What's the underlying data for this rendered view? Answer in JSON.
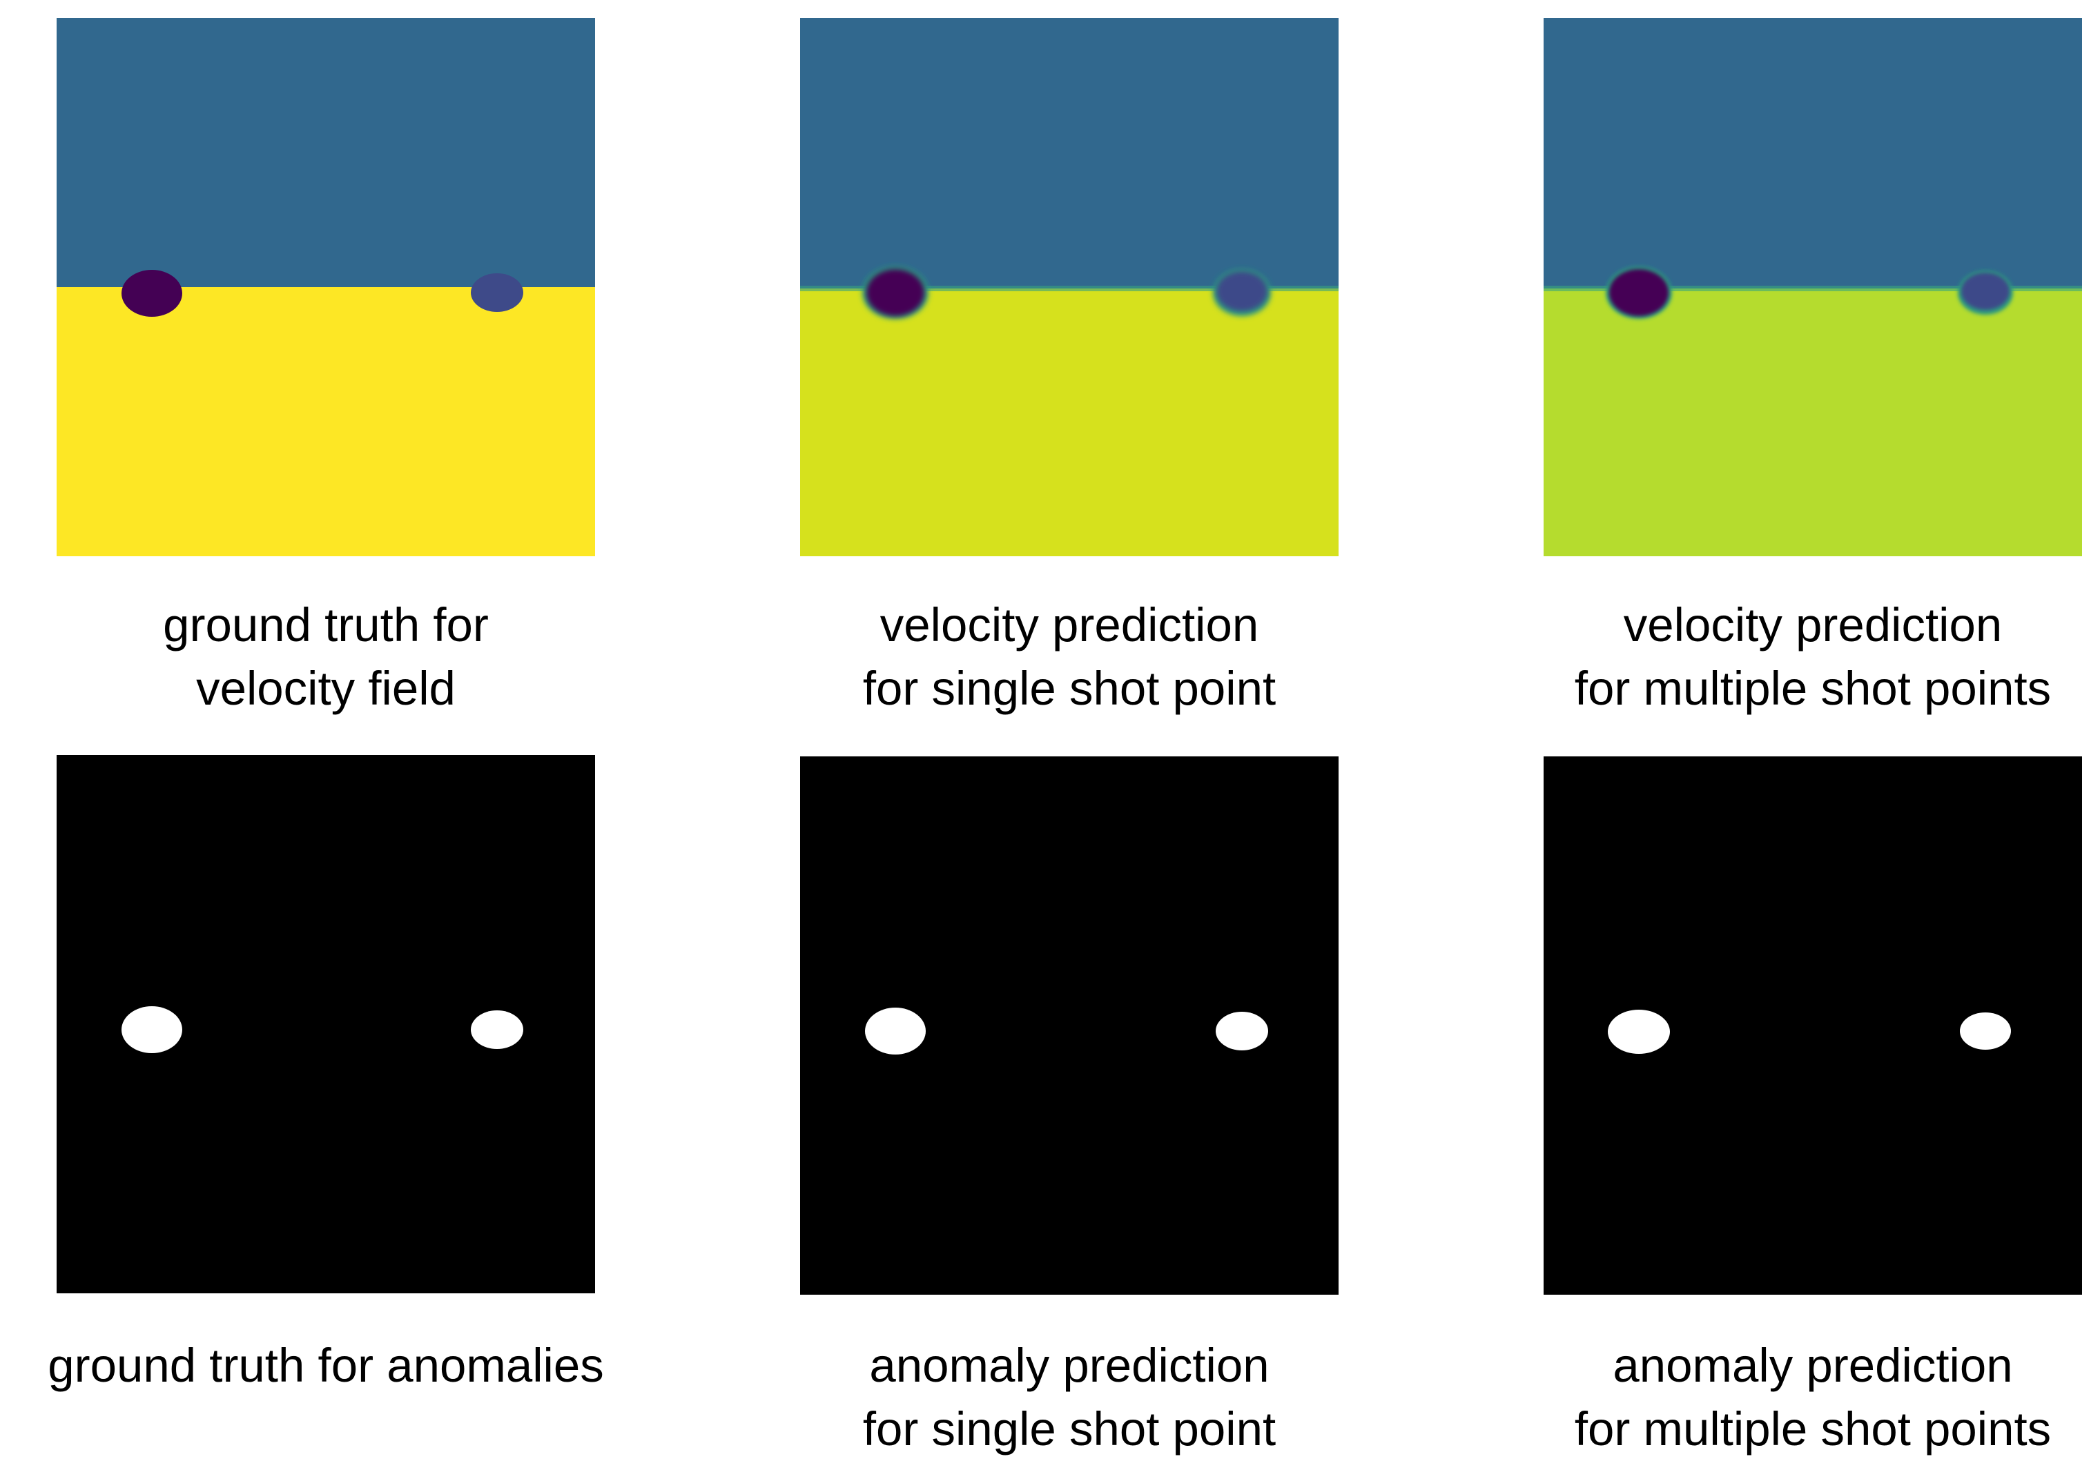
{
  "colors": {
    "upper_layer": "#31688e",
    "gt_lower_layer": "#fde725",
    "ss_lower_layer": "#d6e11d",
    "ms_lower_layer": "#b5dc2e",
    "anomaly_dark": "#440154",
    "anomaly_blue": "#3e4a89",
    "mask_background": "#000000",
    "mask_anomaly": "#ffffff"
  },
  "panels": {
    "velocity_ground_truth": {
      "caption_lines": [
        "ground truth for",
        "velocity field"
      ]
    },
    "velocity_single_shot": {
      "caption_lines": [
        "velocity prediction",
        "for single shot point"
      ]
    },
    "velocity_multiple_shot": {
      "caption_lines": [
        "velocity prediction",
        "for multiple shot points"
      ]
    },
    "anomaly_ground_truth": {
      "caption_lines": [
        "ground truth for anomalies"
      ]
    },
    "anomaly_single_shot": {
      "caption_lines": [
        "anomaly prediction",
        "for single shot point"
      ]
    },
    "anomaly_multiple_shot": {
      "caption_lines": [
        "anomaly prediction",
        "for multiple shot points"
      ]
    }
  }
}
